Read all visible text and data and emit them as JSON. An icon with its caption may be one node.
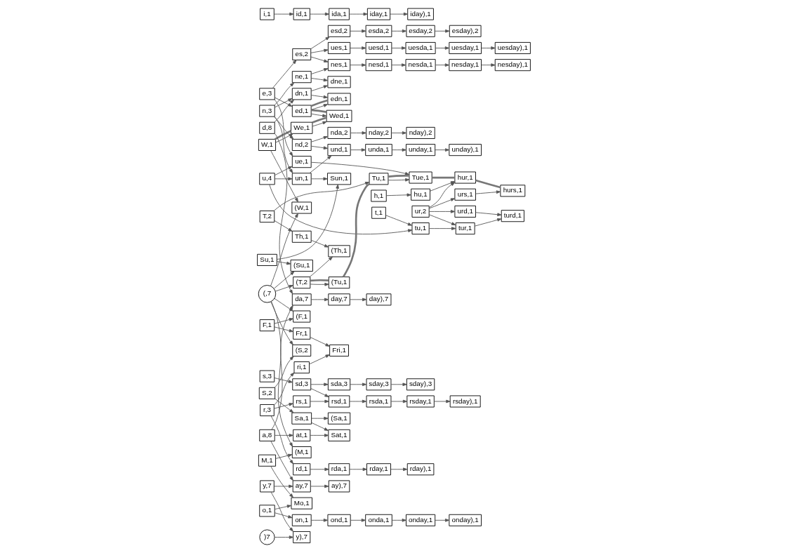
{
  "diagram": {
    "nodes": [
      {
        "text": [
          "uesd,1"
        ]
      },
      {
        "text": [
          "uesda,1"
        ]
      },
      {
        "text": [
          "uesday,1"
        ]
      },
      {
        "text": [
          "uesday),1"
        ]
      },
      {
        "text": [
          "ues,1"
        ]
      },
      {
        "text": [
          "es,2"
        ]
      },
      {
        "text": [
          "nesd,1"
        ]
      },
      {
        "text": [
          "esd,2"
        ]
      },
      {
        "text": [
          "nesda,1"
        ]
      },
      {
        "text": [
          "esda,2"
        ]
      },
      {
        "text": [
          "nesday,1"
        ]
      },
      {
        "text": [
          "nesday),1"
        ]
      },
      {
        "text": [
          "We,1"
        ]
      },
      {
        "text": [
          "Wed,1"
        ]
      },
      {
        "text": [
          "e,3"
        ]
      },
      {
        "text": [
          "nes,1"
        ]
      },
      {
        "text": [
          "s,3"
        ]
      },
      {
        "text": [
          "esday,2"
        ]
      },
      {
        "text": [
          "rsd,1"
        ]
      },
      {
        "text": [
          "sd,3"
        ]
      },
      {
        "text": [
          "esday),2"
        ]
      },
      {
        "text": [
          "W,1"
        ]
      },
      {
        "text": [
          "ue,1"
        ]
      },
      {
        "text": [
          "rs,1"
        ]
      },
      {
        "text": [
          "ed,1"
        ]
      },
      {
        "text": [
          "rsda,1"
        ]
      },
      {
        "text": [
          "hurs,1"
        ]
      },
      {
        "text": [
          "urs,1"
        ]
      },
      {
        "text": [
          "sda,3"
        ]
      },
      {
        "text": [
          "rsday,1"
        ]
      },
      {
        "text": [
          "ne,1"
        ]
      },
      {
        "text": [
          "edn,1"
        ]
      },
      {
        "text": [
          "sday,3"
        ]
      },
      {
        "text": [
          "rsday),1"
        ]
      },
      {
        "text": [
          "hur,1"
        ]
      },
      {
        "text": [
          "ur,2"
        ]
      },
      {
        "text": [
          "urd,1"
        ]
      },
      {
        "text": [
          "r,3"
        ]
      },
      {
        "text": [
          "rd,1"
        ]
      },
      {
        "text": [
          "h,1"
        ]
      },
      {
        "text": [
          "hu,1"
        ]
      },
      {
        "text": [
          "Tue,1"
        ]
      },
      {
        "text": [
          "turd,1"
        ]
      },
      {
        "text": [
          "d,8"
        ]
      },
      {
        "text": [
          "rda,1"
        ]
      },
      {
        "text": [
          "sday),3"
        ]
      },
      {
        "text": [
          "dne,1"
        ]
      },
      {
        "text": [
          "dn,1"
        ]
      },
      {
        "text": [
          "tur,1"
        ]
      },
      {
        "text": [
          "Fri,1"
        ]
      },
      {
        "text": [
          "ri,1"
        ]
      },
      {
        "text": [
          "Th,1"
        ]
      },
      {
        "text": [
          "Tu,1"
        ]
      },
      {
        "text": [
          "(W,1"
        ]
      },
      {
        "text": [
          "u,4"
        ]
      },
      {
        "text": [
          "Fr,1"
        ]
      },
      {
        "text": [
          "i,1"
        ]
      },
      {
        "text": [
          "id,1"
        ]
      },
      {
        "text": [
          "ida,1"
        ]
      },
      {
        "text": [
          "da,7"
        ]
      },
      {
        "text": [
          "rday,1"
        ]
      },
      {
        "text": [
          "rday),1"
        ]
      },
      {
        "text": [
          "T,2"
        ]
      },
      {
        "text": [
          "iday,1"
        ]
      },
      {
        "text": [
          "(Tu,1"
        ]
      },
      {
        "text": [
          "tu,1"
        ]
      },
      {
        "text": [
          "day,7"
        ]
      },
      {
        "text": [
          "iday),1"
        ]
      },
      {
        "text": [
          "(Th,1"
        ]
      },
      {
        "text": [
          "n,3"
        ]
      },
      {
        "text": [
          "un,1"
        ]
      },
      {
        "text": [
          "nd,2"
        ]
      },
      {
        "text": [
          "nda,2"
        ]
      },
      {
        "text": [
          "day),7"
        ]
      },
      {
        "text": [
          "F,1"
        ]
      },
      {
        "text": [
          "und,1"
        ]
      },
      {
        "text": [
          "unda,1"
        ]
      },
      {
        "text": [
          "unday,1"
        ]
      },
      {
        "text": [
          "nday,2"
        ]
      },
      {
        "text": [
          "nday),2"
        ]
      },
      {
        "text": [
          "(T,2"
        ]
      },
      {
        "text": [
          "Sun,1"
        ]
      },
      {
        "text": [
          "(F,1"
        ]
      },
      {
        "text": [
          "unday),1"
        ]
      },
      {
        "text": [
          "(,7"
        ]
      },
      {
        "text": [
          "ond,1"
        ]
      },
      {
        "text": [
          "onda,1"
        ]
      },
      {
        "text": [
          "onday,1"
        ]
      },
      {
        "text": [
          "ay,7"
        ]
      },
      {
        "text": [
          "ay),7"
        ]
      },
      {
        "text": [
          "Su,1"
        ]
      },
      {
        "text": [
          "t,1"
        ]
      },
      {
        "text": [
          "onday),1"
        ]
      },
      {
        "text": [
          "a,8"
        ]
      },
      {
        "text": [
          "y,7"
        ]
      },
      {
        "text": [
          "y),7"
        ]
      },
      {
        "text": [
          "on,1"
        ]
      },
      {
        "text": [
          "(Su,1"
        ]
      },
      {
        "text": [
          "at,1"
        ]
      },
      {
        "text": [
          "S,2"
        ]
      },
      {
        "text": [
          "(S,2"
        ]
      },
      {
        "text": [
          "Sa,1"
        ]
      },
      {
        "text": [
          "Sat,1"
        ]
      },
      {
        "text": [
          ")7"
        ]
      },
      {
        "text": [
          "(Sa,1"
        ]
      },
      {
        "text": [
          "(M,1"
        ]
      },
      {
        "text": [
          "o,1"
        ]
      },
      {
        "text": [
          "M,1"
        ]
      },
      {
        "text": [
          "Mo,1"
        ]
      }
    ],
    "edges": [
      {
        "from": 39,
        "to": 40,
        "arrow": "to"
      },
      {
        "from": 40,
        "to": 34,
        "arrow": "to"
      },
      {
        "from": 35,
        "to": 34,
        "arrow": "to"
      },
      {
        "from": 27,
        "to": 26,
        "arrow": "to"
      },
      {
        "from": 35,
        "to": 27,
        "arrow": "to"
      },
      {
        "from": 35,
        "to": 36,
        "arrow": "to"
      },
      {
        "from": 37,
        "to": 38,
        "arrow": "to"
      },
      {
        "from": 37,
        "to": 50,
        "arrow": "to"
      },
      {
        "from": 37,
        "to": 23,
        "arrow": "to"
      },
      {
        "from": 50,
        "to": 49,
        "arrow": "to"
      },
      {
        "from": 55,
        "to": 49,
        "arrow": "to"
      },
      {
        "from": 74,
        "to": 55,
        "arrow": "to"
      },
      {
        "from": 74,
        "to": 82,
        "arrow": "to"
      },
      {
        "from": 62,
        "to": 51,
        "arrow": "to"
      },
      {
        "from": 62,
        "to": 52,
        "arrow": "to"
      },
      {
        "from": 51,
        "to": 68,
        "arrow": "to"
      },
      {
        "from": 80,
        "to": 68,
        "arrow": "to"
      },
      {
        "from": 80,
        "to": 64,
        "arrow": "to"
      },
      {
        "from": 84,
        "to": 80,
        "arrow": "to"
      },
      {
        "from": 84,
        "to": 82,
        "arrow": "to"
      },
      {
        "from": 84,
        "to": 53,
        "arrow": "to"
      },
      {
        "from": 84,
        "to": 97,
        "arrow": "to"
      },
      {
        "from": 84,
        "to": 100,
        "arrow": "to"
      },
      {
        "from": 84,
        "to": 105,
        "arrow": "to"
      },
      {
        "from": 99,
        "to": 100,
        "arrow": "to"
      },
      {
        "from": 101,
        "to": 104,
        "arrow": "to"
      },
      {
        "from": 99,
        "to": 101,
        "arrow": "to"
      },
      {
        "from": 101,
        "to": 102,
        "arrow": "to"
      },
      {
        "from": 98,
        "to": 102,
        "arrow": "to"
      },
      {
        "from": 93,
        "to": 98,
        "arrow": "to"
      },
      {
        "from": 90,
        "to": 81,
        "arrow": "to"
      },
      {
        "from": 90,
        "to": 97,
        "arrow": "to"
      },
      {
        "from": 70,
        "to": 81,
        "arrow": "to"
      },
      {
        "from": 54,
        "to": 70,
        "arrow": "to"
      },
      {
        "from": 69,
        "to": 70,
        "arrow": "to"
      },
      {
        "from": 70,
        "to": 75,
        "arrow": "to"
      },
      {
        "from": 71,
        "to": 75,
        "arrow": "to"
      },
      {
        "from": 69,
        "to": 71,
        "arrow": "to"
      },
      {
        "from": 71,
        "to": 72,
        "arrow": "to"
      },
      {
        "from": 75,
        "to": 76,
        "arrow": "to"
      },
      {
        "from": 72,
        "to": 78,
        "arrow": "to"
      },
      {
        "from": 76,
        "to": 77,
        "arrow": "to"
      },
      {
        "from": 78,
        "to": 79,
        "arrow": "to"
      },
      {
        "from": 77,
        "to": 83,
        "arrow": "to"
      },
      {
        "from": 96,
        "to": 85,
        "arrow": "to"
      },
      {
        "from": 85,
        "to": 86,
        "arrow": "to"
      },
      {
        "from": 86,
        "to": 87,
        "arrow": "to"
      },
      {
        "from": 87,
        "to": 92,
        "arrow": "to"
      },
      {
        "from": 106,
        "to": 96,
        "arrow": "to"
      },
      {
        "from": 106,
        "to": 108,
        "arrow": "to"
      },
      {
        "from": 107,
        "to": 108,
        "arrow": "to"
      },
      {
        "from": 107,
        "to": 105,
        "arrow": "to"
      },
      {
        "from": 93,
        "to": 88,
        "arrow": "to"
      },
      {
        "from": 88,
        "to": 89,
        "arrow": "to"
      },
      {
        "from": 94,
        "to": 88,
        "arrow": "to"
      },
      {
        "from": 94,
        "to": 95,
        "arrow": "to"
      },
      {
        "from": 103,
        "to": 95,
        "arrow": "to"
      },
      {
        "from": 59,
        "to": 66,
        "arrow": "to"
      },
      {
        "from": 66,
        "to": 73,
        "arrow": "to"
      },
      {
        "from": 56,
        "to": 57,
        "arrow": "to"
      },
      {
        "from": 57,
        "to": 58,
        "arrow": "to"
      },
      {
        "from": 58,
        "to": 63,
        "arrow": "to"
      },
      {
        "from": 63,
        "to": 67,
        "arrow": "to"
      },
      {
        "from": 93,
        "to": 59,
        "arrow": "to"
      },
      {
        "from": 43,
        "to": 59,
        "arrow": "to"
      },
      {
        "from": 38,
        "to": 44,
        "arrow": "to"
      },
      {
        "from": 44,
        "to": 60,
        "arrow": "to"
      },
      {
        "from": 60,
        "to": 61,
        "arrow": "to"
      },
      {
        "from": 28,
        "to": 32,
        "arrow": "to"
      },
      {
        "from": 32,
        "to": 45,
        "arrow": "to"
      },
      {
        "from": 25,
        "to": 29,
        "arrow": "to"
      },
      {
        "from": 29,
        "to": 33,
        "arrow": "to"
      },
      {
        "from": 19,
        "to": 28,
        "arrow": "to"
      },
      {
        "from": 18,
        "to": 25,
        "arrow": "to"
      },
      {
        "from": 19,
        "to": 18,
        "arrow": "to"
      },
      {
        "from": 16,
        "to": 19,
        "arrow": "to"
      },
      {
        "from": 23,
        "to": 18,
        "arrow": "to"
      },
      {
        "from": 5,
        "to": 4,
        "arrow": "to"
      },
      {
        "from": 5,
        "to": 7,
        "arrow": "to"
      },
      {
        "from": 7,
        "to": 9,
        "arrow": "to"
      },
      {
        "from": 9,
        "to": 17,
        "arrow": "to"
      },
      {
        "from": 17,
        "to": 20,
        "arrow": "to"
      },
      {
        "from": 6,
        "to": 8,
        "arrow": "to"
      },
      {
        "from": 8,
        "to": 10,
        "arrow": "to"
      },
      {
        "from": 10,
        "to": 11,
        "arrow": "to"
      },
      {
        "from": 4,
        "to": 0,
        "arrow": "to"
      },
      {
        "from": 0,
        "to": 1,
        "arrow": "to"
      },
      {
        "from": 1,
        "to": 2,
        "arrow": "to"
      },
      {
        "from": 2,
        "to": 3,
        "arrow": "to"
      },
      {
        "from": 15,
        "to": 6,
        "arrow": "to"
      },
      {
        "from": 14,
        "to": 5,
        "arrow": "to"
      },
      {
        "from": 14,
        "to": 22,
        "arrow": "to"
      },
      {
        "from": 22,
        "to": 41,
        "arrow": "to"
      },
      {
        "from": 21,
        "to": 12,
        "arrow": "to"
      },
      {
        "from": 12,
        "to": 13,
        "arrow": "to"
      },
      {
        "from": 24,
        "to": 13,
        "arrow": "to"
      },
      {
        "from": 14,
        "to": 24,
        "arrow": "to"
      },
      {
        "from": 24,
        "to": 31,
        "arrow": "to"
      },
      {
        "from": 47,
        "to": 31,
        "arrow": "to"
      },
      {
        "from": 43,
        "to": 47,
        "arrow": "to"
      },
      {
        "from": 69,
        "to": 47,
        "arrow": "to"
      },
      {
        "from": 47,
        "to": 46,
        "arrow": "to"
      },
      {
        "from": 30,
        "to": 46,
        "arrow": "to"
      },
      {
        "from": 69,
        "to": 30,
        "arrow": "to"
      },
      {
        "from": 30,
        "to": 15,
        "arrow": "to"
      },
      {
        "from": 5,
        "to": 15,
        "arrow": "to"
      },
      {
        "from": 65,
        "to": 48,
        "arrow": "to"
      },
      {
        "from": 35,
        "to": 48,
        "arrow": "to"
      },
      {
        "from": 48,
        "to": 42,
        "arrow": "to"
      },
      {
        "from": 36,
        "to": 42,
        "arrow": "to"
      },
      {
        "from": 54,
        "to": 65,
        "arrow": "to"
      },
      {
        "from": 91,
        "to": 65,
        "arrow": "to"
      },
      {
        "from": 54,
        "to": 22,
        "arrow": "to"
      },
      {
        "from": 52,
        "to": 41,
        "arrow": "to"
      },
      {
        "from": 21,
        "to": 53,
        "arrow": "to"
      },
      {
        "from": 80,
        "to": 64,
        "arrow": "none",
        "style": "thick"
      },
      {
        "from": 64,
        "to": 52,
        "arrow": "none",
        "style": "thick"
      },
      {
        "from": 52,
        "to": 41,
        "arrow": "none",
        "style": "thick"
      },
      {
        "from": 41,
        "to": 34,
        "arrow": "none",
        "style": "thick"
      },
      {
        "from": 34,
        "to": 26,
        "arrow": "none",
        "style": "thick"
      },
      {
        "from": 21,
        "to": 12,
        "arrow": "none",
        "style": "thick"
      },
      {
        "from": 12,
        "to": 13,
        "arrow": "none",
        "style": "thick"
      },
      {
        "from": 13,
        "to": 24,
        "arrow": "none",
        "style": "thick"
      },
      {
        "from": 24,
        "to": 31,
        "arrow": "none",
        "style": "thick"
      }
    ]
  }
}
